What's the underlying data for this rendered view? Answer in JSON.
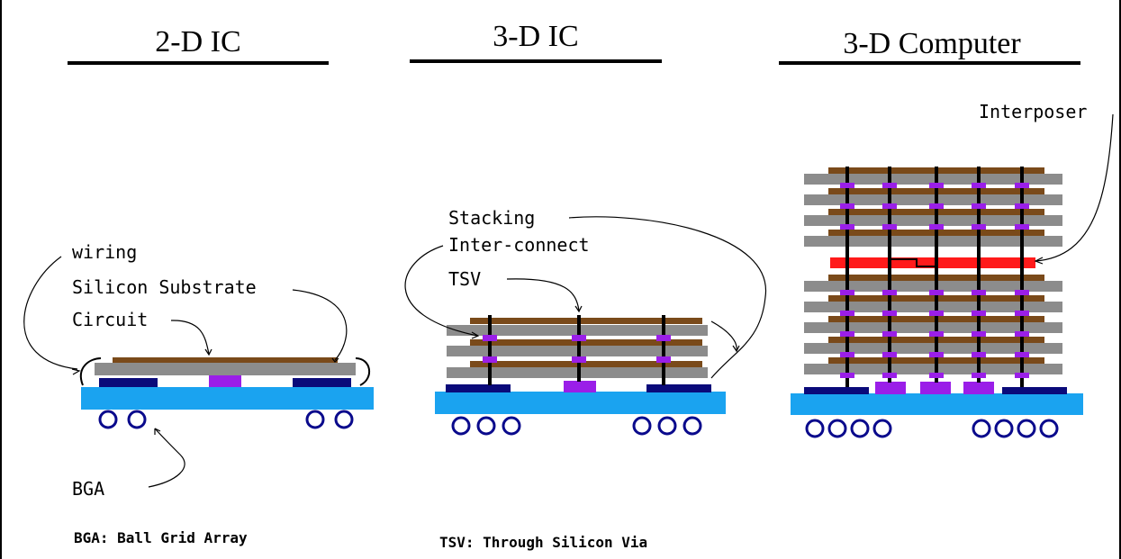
{
  "panels": {
    "ic2d": {
      "heading": "2-D IC",
      "labels": {
        "wiring": "wiring",
        "substrate": "Silicon Substrate",
        "circuit": "Circuit",
        "bga": "BGA"
      },
      "footnote": "BGA: Ball Grid Array"
    },
    "ic3d": {
      "heading": "3-D IC",
      "labels": {
        "stacking": "Stacking",
        "interconnect": "Inter-connect",
        "tsv": "TSV"
      },
      "footnote": "TSV: Through Silicon Via"
    },
    "computer3d": {
      "heading": "3-D Computer",
      "labels": {
        "interposer": "Interposer"
      }
    }
  },
  "colors": {
    "substrate_blue": "#1aa3f0",
    "bond_navy": "#0a0a7a",
    "via_purple": "#9a1ee8",
    "wiring_brown": "#7a4a1a",
    "silicon_gray": "#8c8c8c",
    "interposer_red": "#ff1a1a",
    "ball_outline": "#0a0a8c"
  }
}
